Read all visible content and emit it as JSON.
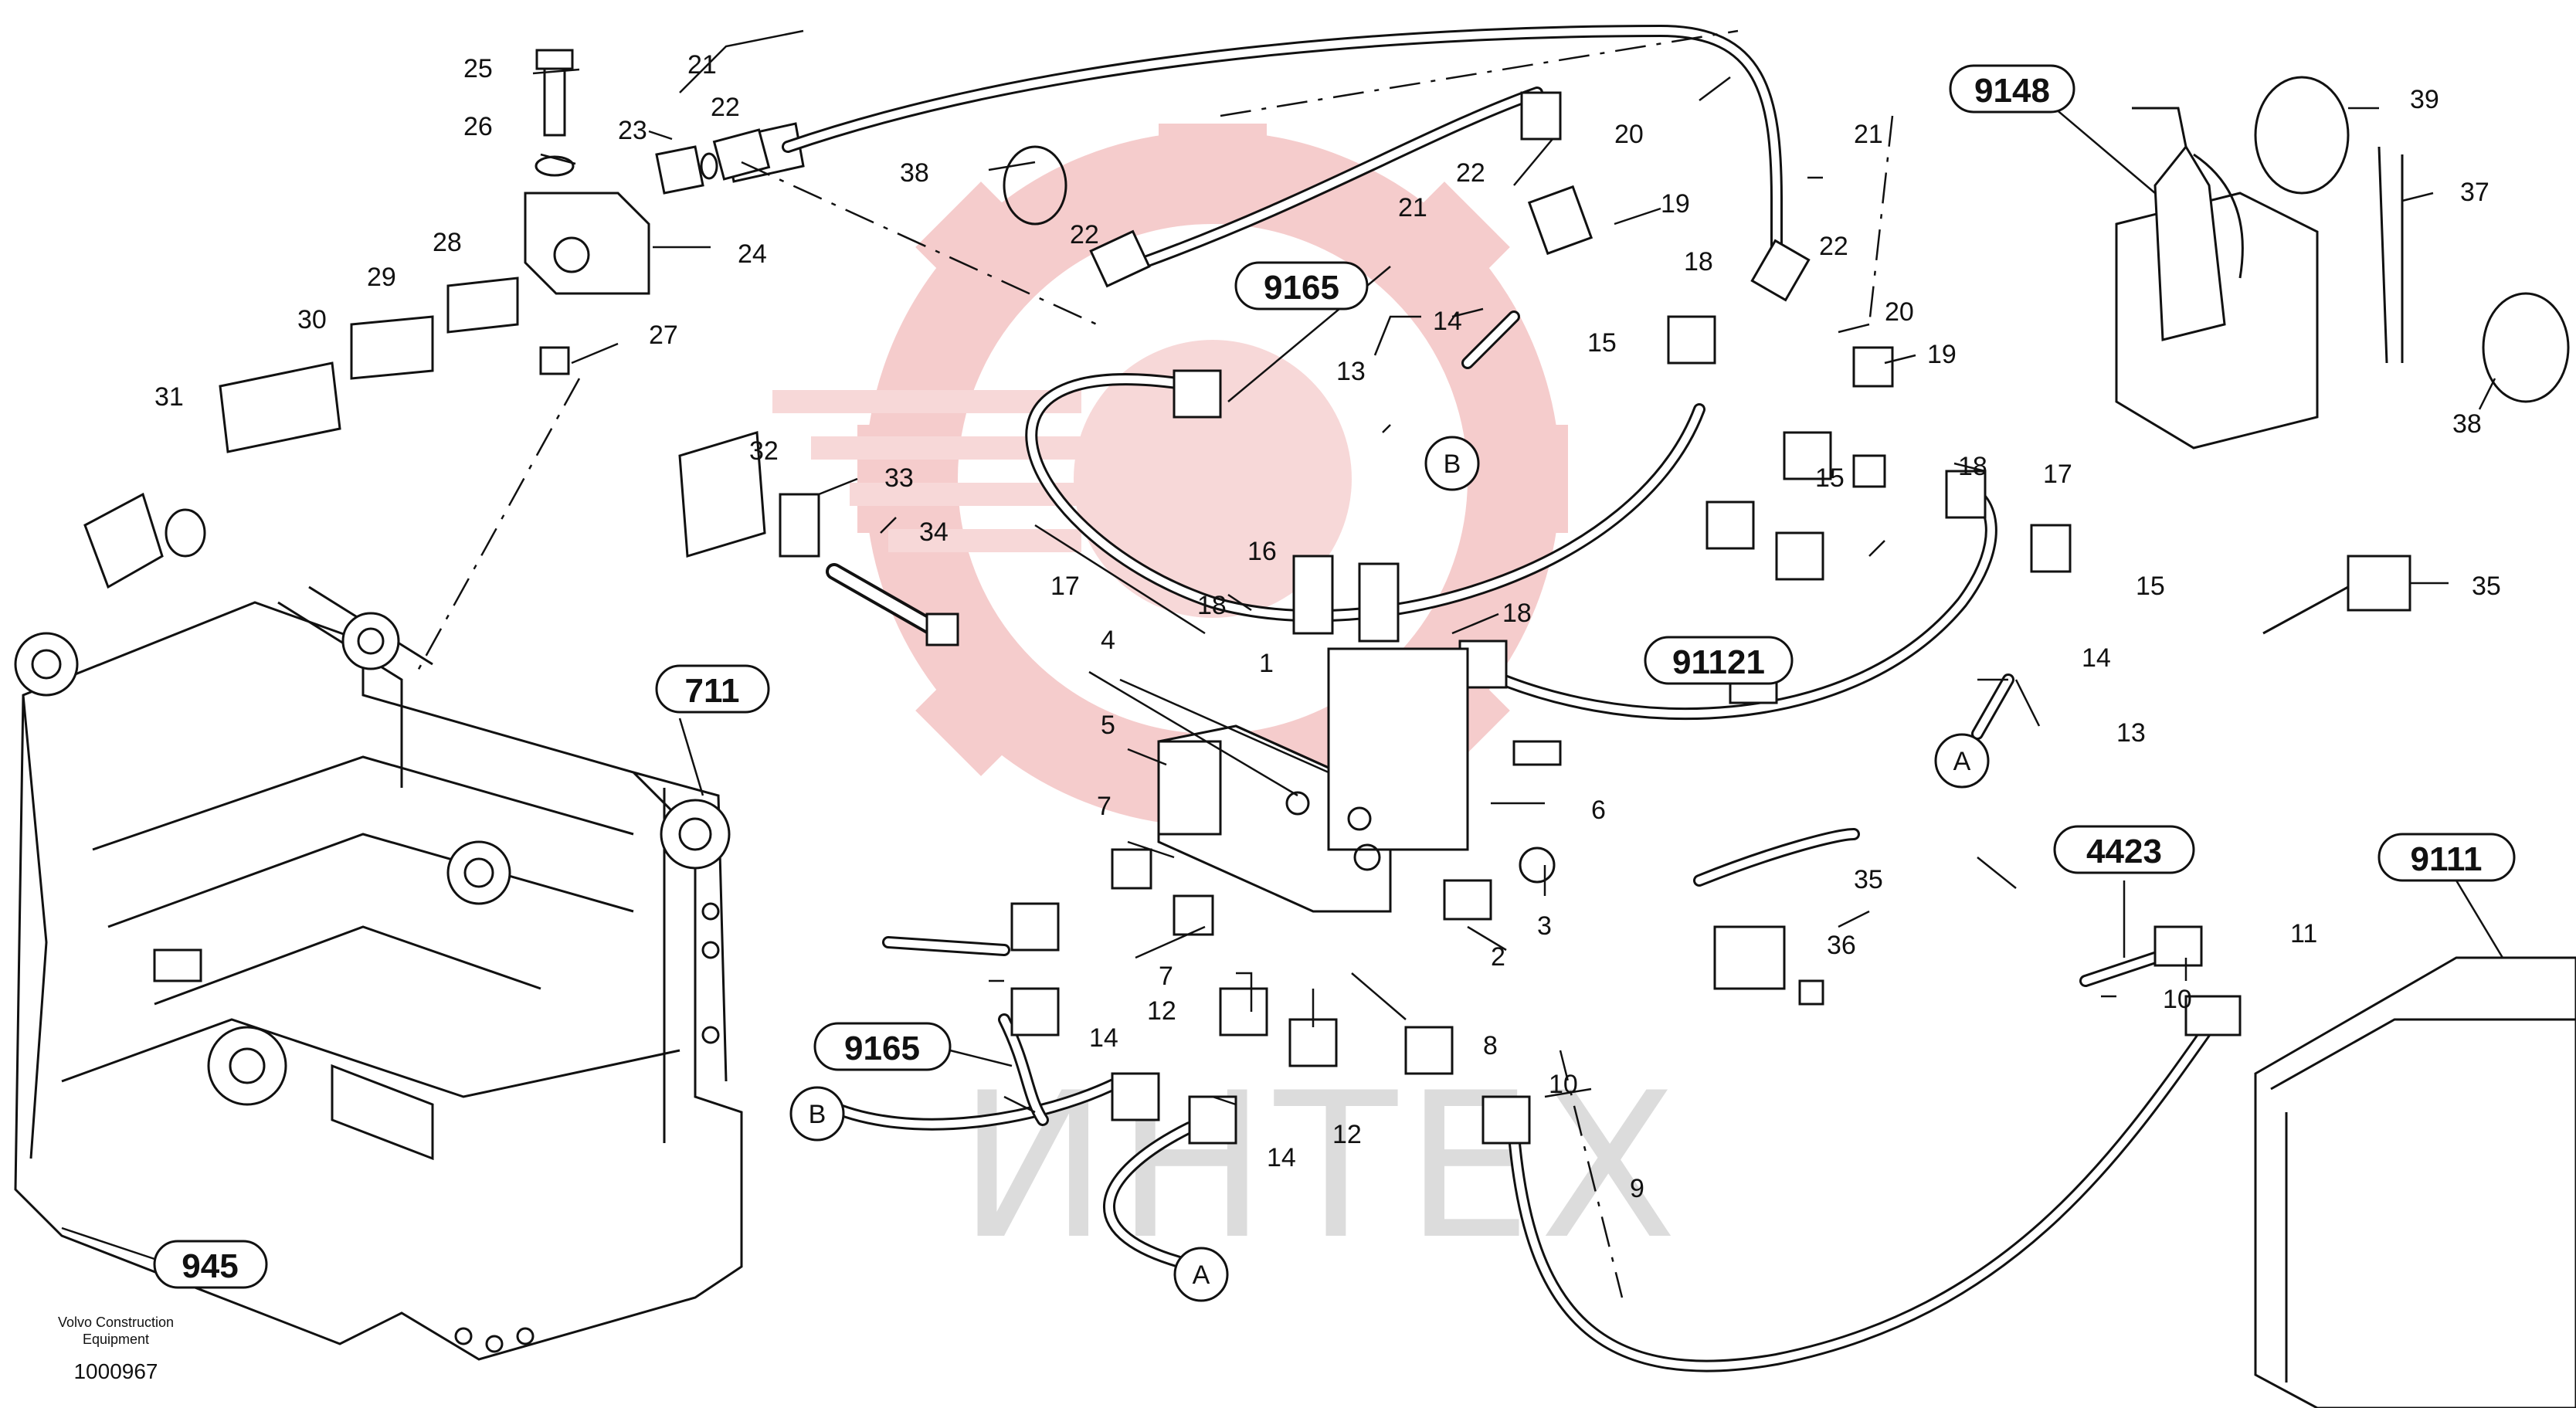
{
  "watermark": {
    "text": "ИНТЕХ",
    "gear_color": "#f4c7c7"
  },
  "refs": [
    "9148",
    "9165",
    "91121",
    "711",
    "945",
    "9165",
    "4423",
    "9111"
  ],
  "connectors": [
    "B",
    "A",
    "A",
    "B"
  ],
  "callouts": {
    "c1": "1",
    "c2": "2",
    "c3": "3",
    "c4": "4",
    "c5": "5",
    "c6": "6",
    "c7a": "7",
    "c7b": "7",
    "c8": "8",
    "c9": "9",
    "c10a": "10",
    "c10b": "10",
    "c11": "11",
    "c12a": "12",
    "c12b": "12",
    "c13a": "13",
    "c13b": "13",
    "c14a": "14",
    "c14b": "14",
    "c14c": "14",
    "c14d": "14",
    "c15a": "15",
    "c15b": "15",
    "c15c": "15",
    "c16": "16",
    "c17a": "17",
    "c17b": "17",
    "c18a": "18",
    "c18b": "18",
    "c18c": "18",
    "c18d": "18",
    "c19a": "19",
    "c19b": "19",
    "c20a": "20",
    "c20b": "20",
    "c21a": "21",
    "c21b": "21",
    "c21c": "21",
    "c22a": "22",
    "c22b": "22",
    "c22c": "22",
    "c22d": "22",
    "c23": "23",
    "c24": "24",
    "c25": "25",
    "c26": "26",
    "c27": "27",
    "c28": "28",
    "c29": "29",
    "c30": "30",
    "c31": "31",
    "c32": "32",
    "c33": "33",
    "c34": "34",
    "c35a": "35",
    "c35b": "35",
    "c36": "36",
    "c37": "37",
    "c38a": "38",
    "c38b": "38",
    "c39": "39"
  },
  "footer": {
    "brand_line1": "Volvo Construction",
    "brand_line2": "Equipment",
    "code": "1000967"
  }
}
